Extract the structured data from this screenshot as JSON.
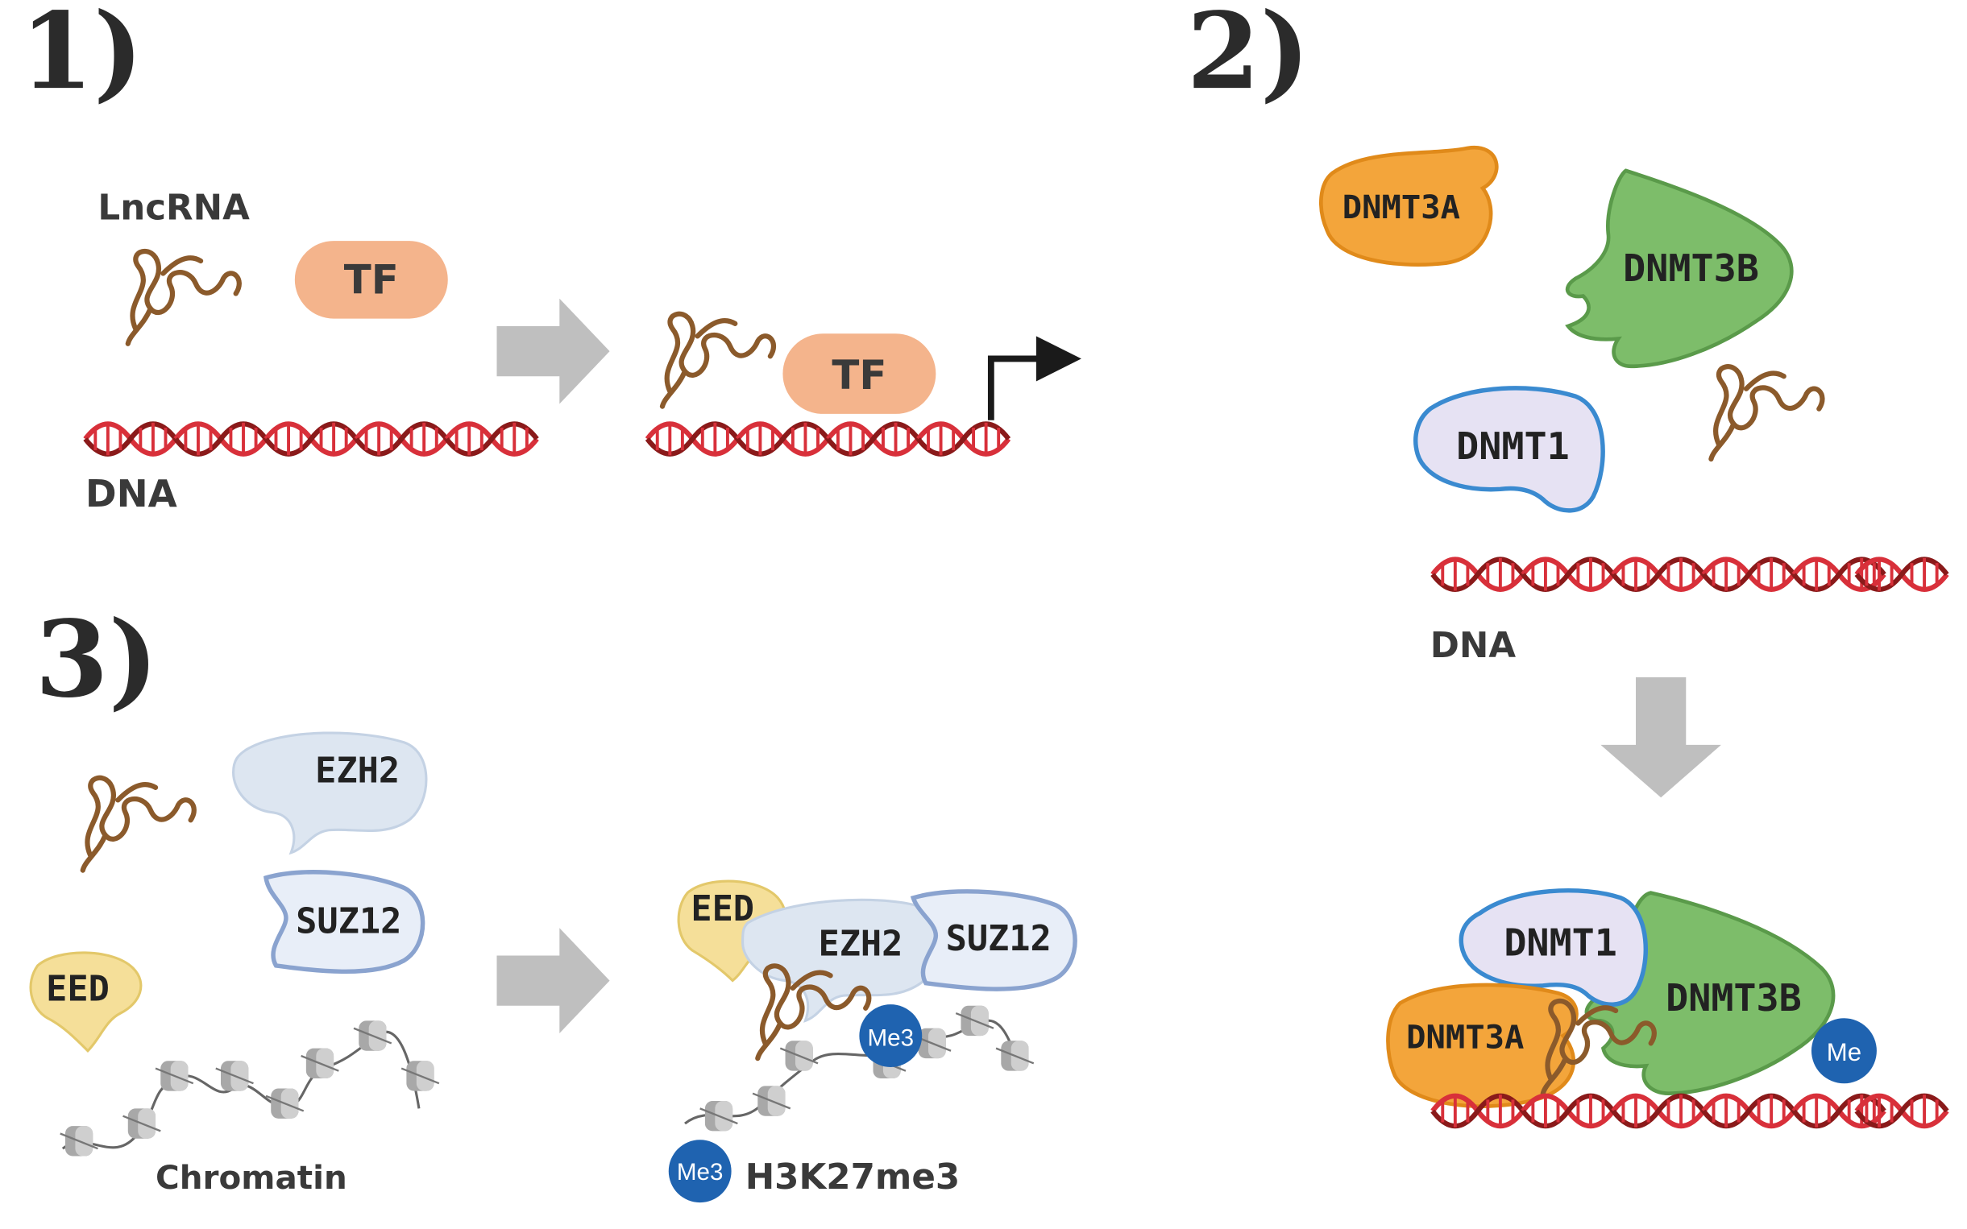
{
  "panels": {
    "p1": {
      "number": "1)",
      "lncrna": "LncRNA",
      "tf": "TF",
      "tf_bound": "TF",
      "dna": "DNA"
    },
    "p2": {
      "number": "2)",
      "dnmt3a": "DNMT3A",
      "dnmt3b": "DNMT3B",
      "dnmt1": "DNMT1",
      "dna": "DNA",
      "dnmt1_bound": "DNMT1",
      "dnmt3b_bound": "DNMT3B",
      "dnmt3a_bound": "DNMT3A",
      "me": "Me"
    },
    "p3": {
      "number": "3)",
      "ezh2": "EZH2",
      "suz12": "SUZ12",
      "eed": "EED",
      "chromatin": "Chromatin",
      "eed_bound": "EED",
      "ezh2_bound": "EZH2",
      "suz12_bound": "SUZ12",
      "me3_a": "Me3",
      "me3_b": "Me3",
      "h3k27me3": "H3K27me3"
    }
  },
  "colors": {
    "dna_dark": "#8a1a1a",
    "dna_light": "#d8303a",
    "rna": "#8b5a2b",
    "arrow": "#bfbfbf",
    "tf": "#f4b48c",
    "dnmt3a": "#f3a53b",
    "dnmt3b": "#7dbd6a",
    "dnmt1": "#e6e2f3",
    "ezh2": "#dde6f1",
    "suz12": "#e8eef8",
    "eed": "#f5df99",
    "me": "#1f63b0"
  }
}
